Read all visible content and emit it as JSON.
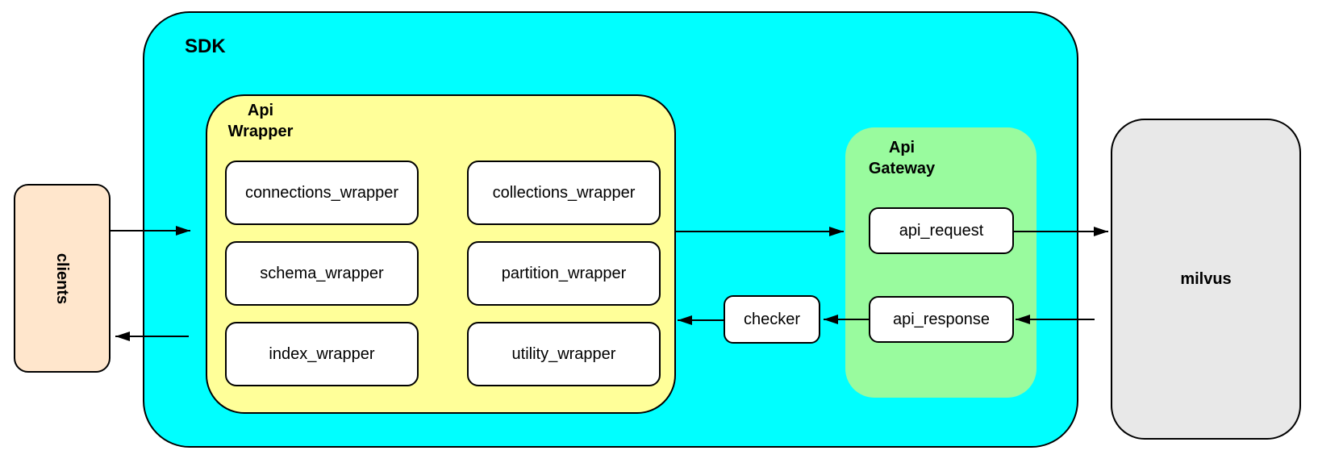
{
  "colors": {
    "sdk": "#00ffff",
    "wrapper": "#ffff99",
    "gateway": "#99fb9e",
    "clients": "#ffe6cc",
    "milvus": "#e8e8e8",
    "node": "#ffffff",
    "stroke": "#000000"
  },
  "nodes": {
    "clients": {
      "label": "clients"
    },
    "sdk": {
      "label": "SDK"
    },
    "api_wrapper": {
      "label": [
        "Api",
        "Wrapper"
      ],
      "children": [
        "connections_wrapper",
        "collections_wrapper",
        "schema_wrapper",
        "partition_wrapper",
        "index_wrapper",
        "utility_wrapper"
      ]
    },
    "checker": {
      "label": "checker"
    },
    "api_gateway": {
      "label": [
        "Api",
        "Gateway"
      ],
      "request": {
        "label": "api_request"
      },
      "response": {
        "label": "api_response"
      }
    },
    "milvus": {
      "label": "milvus"
    }
  }
}
